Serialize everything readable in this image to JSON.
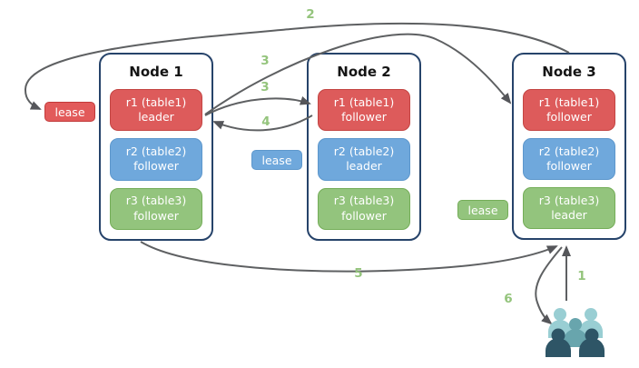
{
  "diagram": {
    "nodes": [
      {
        "title": "Node 1",
        "replicas": [
          {
            "name": "r1 (table1)",
            "role": "leader",
            "color": "red"
          },
          {
            "name": "r2 (table2)",
            "role": "follower",
            "color": "blue"
          },
          {
            "name": "r3 (table3)",
            "role": "follower",
            "color": "green"
          }
        ]
      },
      {
        "title": "Node 2",
        "replicas": [
          {
            "name": "r1 (table1)",
            "role": "follower",
            "color": "red"
          },
          {
            "name": "r2 (table2)",
            "role": "leader",
            "color": "blue"
          },
          {
            "name": "r3 (table3)",
            "role": "follower",
            "color": "green"
          }
        ]
      },
      {
        "title": "Node 3",
        "replicas": [
          {
            "name": "r1 (table1)",
            "role": "follower",
            "color": "red"
          },
          {
            "name": "r2 (table2)",
            "role": "follower",
            "color": "blue"
          },
          {
            "name": "r3 (table3)",
            "role": "leader",
            "color": "green"
          }
        ]
      }
    ],
    "leases": [
      {
        "label": "lease",
        "color": "#e25a5a"
      },
      {
        "label": "lease",
        "color": "#6fa8dc"
      },
      {
        "label": "lease",
        "color": "#93c47d"
      }
    ],
    "steps": [
      {
        "label": "1"
      },
      {
        "label": "2"
      },
      {
        "label": "3"
      },
      {
        "label": "3"
      },
      {
        "label": "4"
      },
      {
        "label": "5"
      },
      {
        "label": "6"
      }
    ],
    "icons": [
      {
        "name": "users-icon"
      }
    ],
    "colors": {
      "node_border": "#26436a",
      "replica_red": "#dd5b5b",
      "replica_blue": "#6fa8dc",
      "replica_green": "#93c47d",
      "arrow": "#5e6062",
      "step_label": "#94c47c",
      "users_light": "#99ced3",
      "users_mid": "#68a5ad",
      "users_dark": "#2e5566"
    }
  }
}
